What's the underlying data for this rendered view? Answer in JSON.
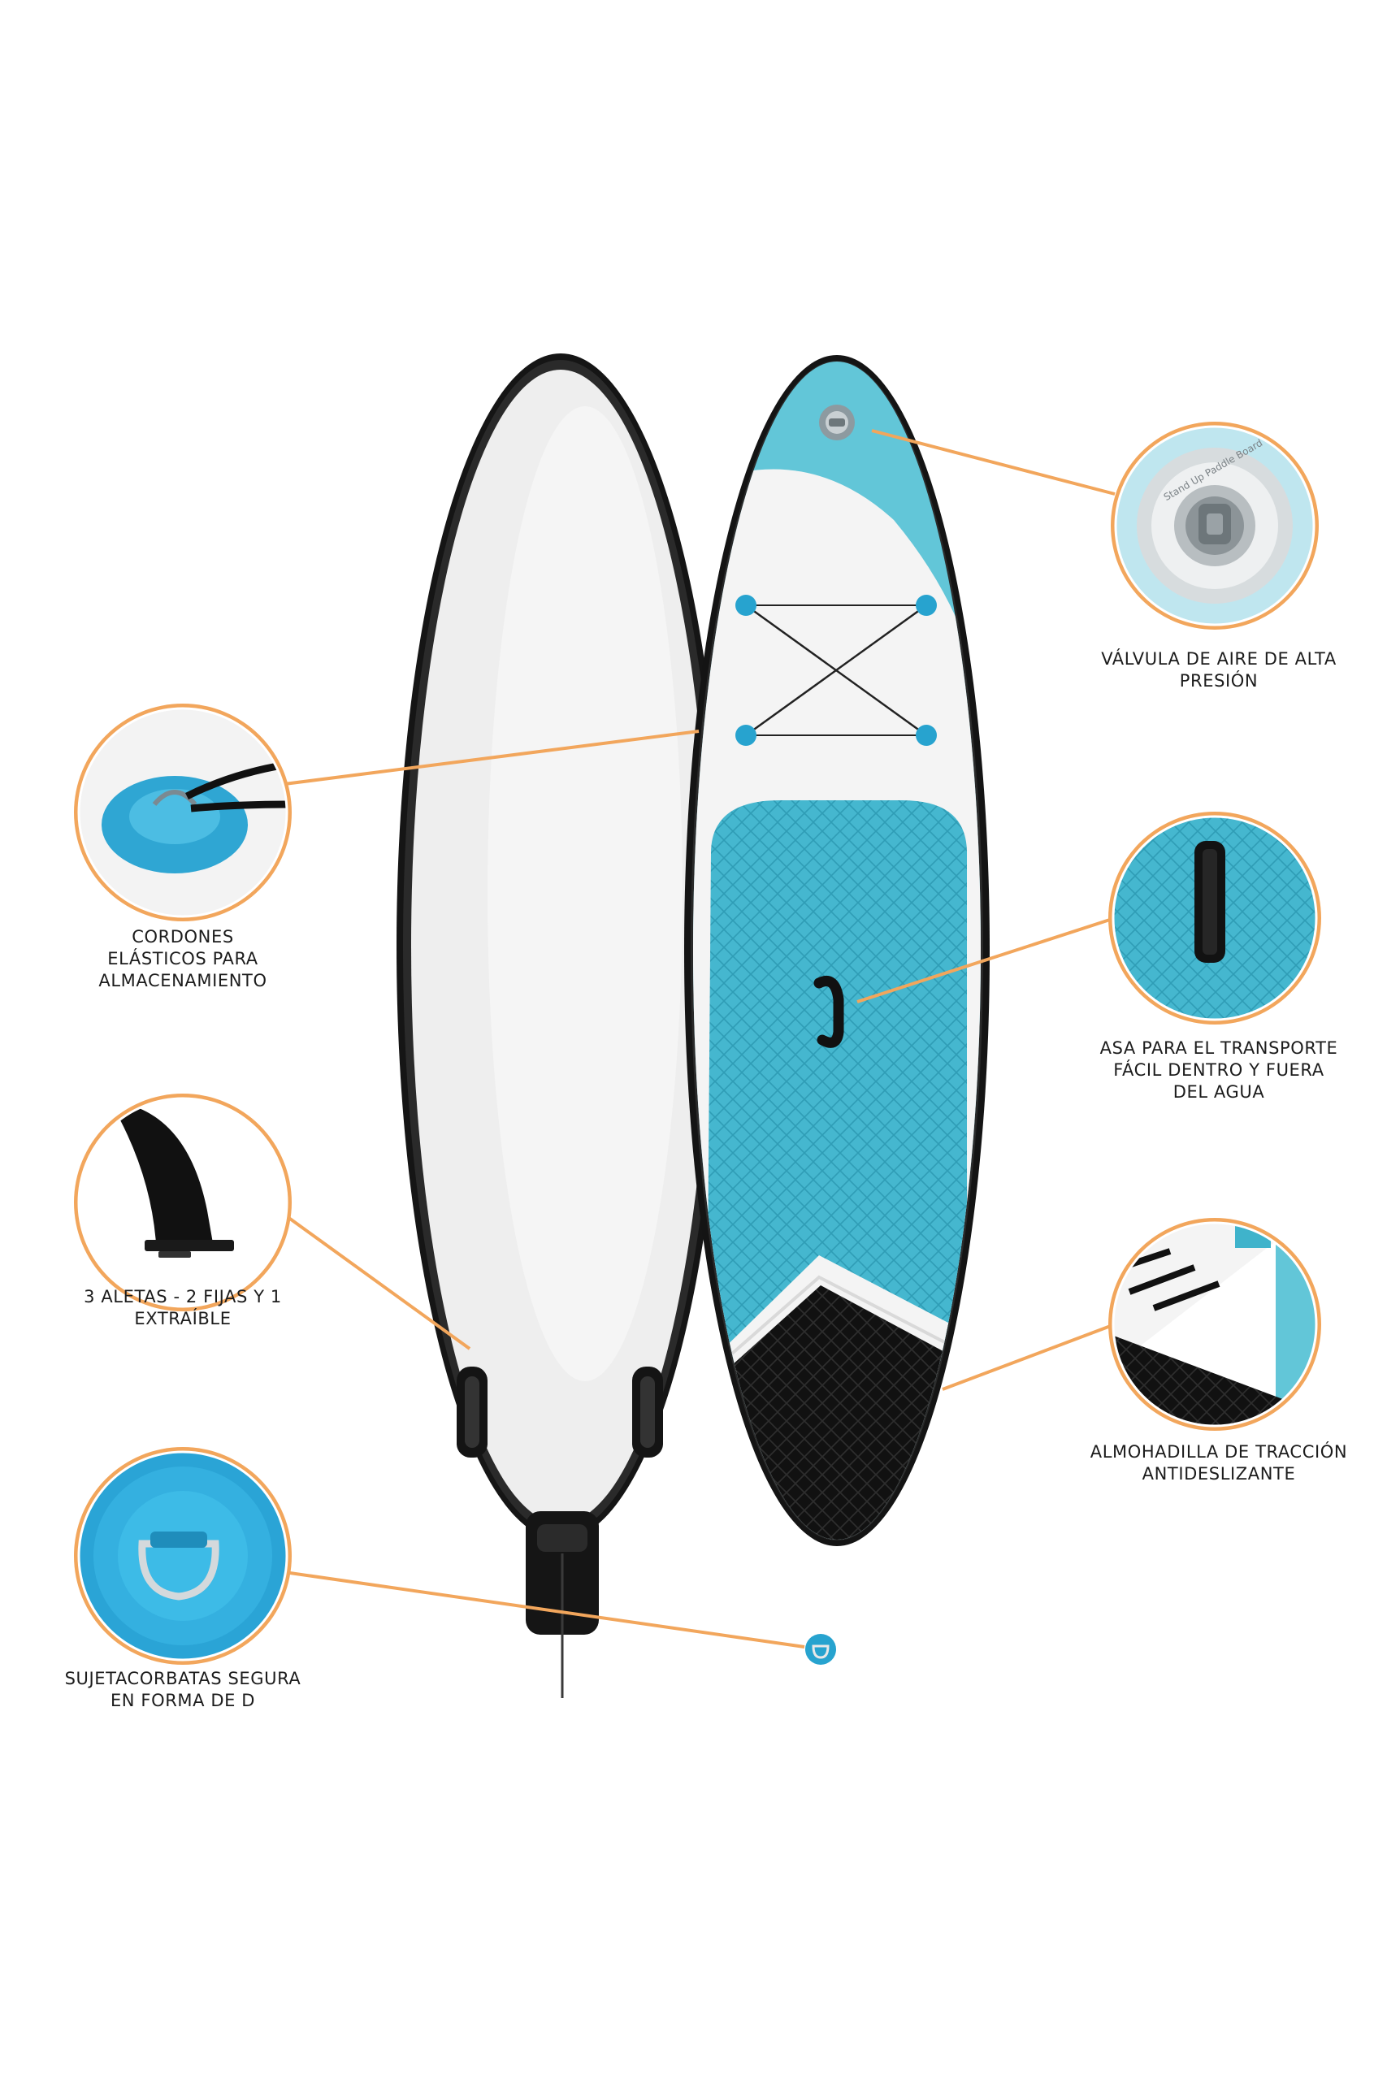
{
  "callouts": {
    "valve": {
      "lines": [
        "VÁLVULA DE AIRE DE ALTA",
        "PRESIÓN"
      ],
      "detail_text": "Stand Up Paddle Board"
    },
    "bungee": {
      "lines": [
        "CORDONES",
        "ELÁSTICOS PARA",
        "ALMACENAMIENTO"
      ]
    },
    "handle": {
      "lines": [
        "ASA PARA EL TRANSPORTE",
        "FÁCIL DENTRO Y FUERA",
        "DEL AGUA"
      ]
    },
    "fins": {
      "lines": [
        "3 ALETAS - 2 FIJAS Y 1",
        "EXTRAÍBLE"
      ]
    },
    "pad": {
      "lines": [
        "ALMOHADILLA DE TRACCIÓN",
        "ANTIDESLIZANTE"
      ]
    },
    "dring": {
      "lines": [
        "SUJETACORBATAS SEGURA",
        "EN FORMA DE D"
      ]
    }
  },
  "colors": {
    "accent_orange": "#f2a65c",
    "board_blue": "#62c6d8",
    "pad_blue": "#3fb3cb",
    "board_white": "#f4f4f4",
    "rail_black": "#141414"
  }
}
